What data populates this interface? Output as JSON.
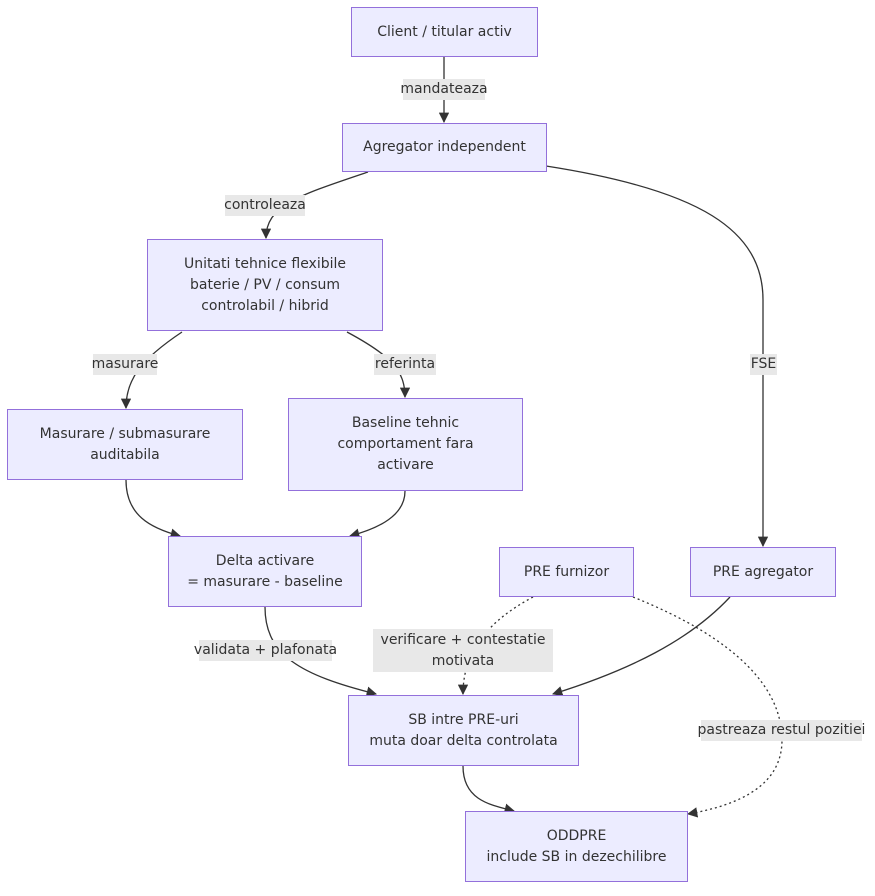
{
  "nodes": {
    "client": {
      "lines": [
        "Client / titular activ"
      ]
    },
    "agregator": {
      "lines": [
        "Agregator independent"
      ]
    },
    "unitati": {
      "lines": [
        "Unitati tehnice flexibile",
        "baterie / PV / consum",
        "controlabil / hibrid"
      ]
    },
    "masurare": {
      "lines": [
        "Masurare / submasurare",
        "auditabila"
      ]
    },
    "baseline": {
      "lines": [
        "Baseline tehnic",
        "comportament fara",
        "activare"
      ]
    },
    "delta": {
      "lines": [
        "Delta activare",
        "= masurare - baseline"
      ]
    },
    "pre_furnizor": {
      "lines": [
        "PRE furnizor"
      ]
    },
    "pre_agregator": {
      "lines": [
        "PRE agregator"
      ]
    },
    "sb": {
      "lines": [
        "SB intre PRE-uri",
        "muta doar delta controlata"
      ]
    },
    "oddpre": {
      "lines": [
        "ODDPRE",
        "include SB in dezechilibre"
      ]
    }
  },
  "edge_labels": {
    "mandateaza": {
      "lines": [
        "mandateaza"
      ]
    },
    "controleaza": {
      "lines": [
        "controleaza"
      ]
    },
    "fse": {
      "lines": [
        "FSE"
      ]
    },
    "masurare": {
      "lines": [
        "masurare"
      ]
    },
    "referinta": {
      "lines": [
        "referinta"
      ]
    },
    "validata": {
      "lines": [
        "validata + plafonata"
      ]
    },
    "verificare": {
      "lines": [
        "verificare + contestatie",
        "motivata"
      ]
    },
    "pastreaza": {
      "lines": [
        "pastreaza restul pozitiei"
      ]
    }
  },
  "colors": {
    "node_fill": "#ECECFF",
    "node_border": "#9370DB",
    "edge": "#333333",
    "label_bg": "#e8e8e8"
  }
}
